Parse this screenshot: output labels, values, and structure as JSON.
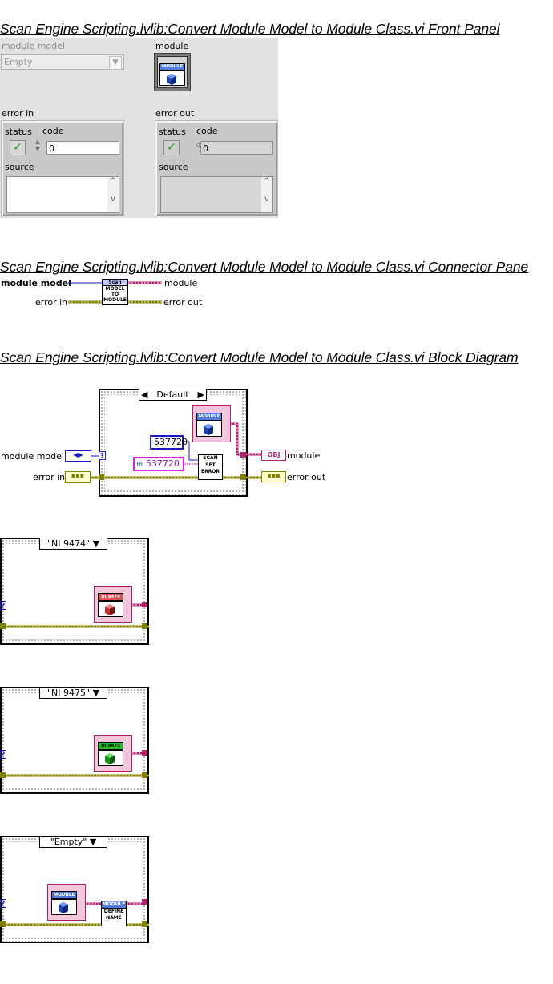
{
  "titles": {
    "front_panel": "Scan Engine Scripting.lvlib:Convert Module Model to Module Class.vi Front Panel",
    "connector_pane": "Scan Engine Scripting.lvlib:Convert Module Model to Module Class.vi Connector Pane",
    "block_diagram": "Scan Engine Scripting.lvlib:Convert Module Model to Module Class.vi Block Diagram"
  },
  "front_panel": {
    "module_model_label": "module model",
    "module_model_value": "Empty",
    "module_label": "module",
    "module_icon_text": "MODULE",
    "error_in": {
      "label": "error in",
      "status_label": "status",
      "code_label": "code",
      "code_value": "0",
      "source_label": "source",
      "status_glyph": "✓"
    },
    "error_out": {
      "label": "error out",
      "status_label": "status",
      "code_label": "code",
      "code_value": "0",
      "source_label": "source",
      "status_glyph": "✓"
    }
  },
  "connector_pane": {
    "left_top": "module model",
    "left_bottom": "error in",
    "right_top": "module",
    "right_bottom": "error out",
    "icon_line1": "Scan",
    "icon_line2": "MODEL",
    "icon_line3": "TO",
    "icon_line4": "MODULE"
  },
  "block_diagram": {
    "main": {
      "case_label": "Default",
      "input_module_model": "module model",
      "input_error_in": "error in",
      "output_module": "module",
      "output_error_out": "error out",
      "constant_code": "537720",
      "constant_error_ring": "537720",
      "module_icon_text": "MODULE",
      "set_error_line1": "SCAN",
      "set_error_line2": "SET",
      "set_error_line3": "ERROR",
      "obj_terminal": "OBJ"
    },
    "cases": [
      {
        "case_label": "\"NI 9474\"",
        "module_icon_text": "NI 9474",
        "color": "#e05050"
      },
      {
        "case_label": "\"NI 9475\"",
        "module_icon_text": "NI 9475",
        "color": "#20b020"
      },
      {
        "case_label": "\"Empty\"",
        "module_icon_text": "MODULE",
        "define_line1": "MODULE",
        "define_line2": "DEFINE",
        "define_line3": "NAME",
        "color": "#3060c0"
      }
    ]
  },
  "colors": {
    "error_wire": "#808000",
    "class_wire": "#b0206a",
    "enum_wire": "#1818c0",
    "module_blue": "#3b6fd0",
    "module_red": "#e05050",
    "module_green": "#20b020"
  }
}
